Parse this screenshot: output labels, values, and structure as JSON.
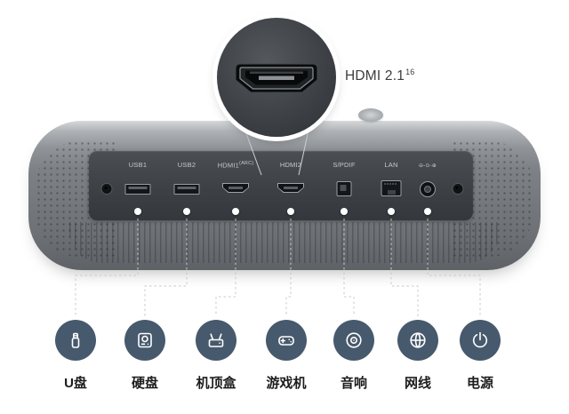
{
  "callout": {
    "title": "HDMI 2.1",
    "footnote": "16"
  },
  "panel": {
    "ports": [
      {
        "type": "audio-jack",
        "label": ""
      },
      {
        "type": "usb",
        "label": "USB1"
      },
      {
        "type": "usb",
        "label": "USB2"
      },
      {
        "type": "hdmi",
        "label": "HDMI1",
        "sublabel": "(ARC)"
      },
      {
        "type": "hdmi",
        "label": "HDMI2"
      },
      {
        "type": "optical",
        "label": "S/PDIF"
      },
      {
        "type": "ethernet",
        "label": "LAN"
      },
      {
        "type": "dc-power",
        "label": "⊖-⊙-⊕"
      },
      {
        "type": "audio-jack",
        "label": ""
      }
    ]
  },
  "legend": [
    {
      "icon": "usb-drive-icon",
      "label": "U盘"
    },
    {
      "icon": "hard-disk-icon",
      "label": "硬盘"
    },
    {
      "icon": "set-top-box-icon",
      "label": "机顶盒"
    },
    {
      "icon": "game-controller-icon",
      "label": "游戏机"
    },
    {
      "icon": "speaker-icon",
      "label": "音响"
    },
    {
      "icon": "network-cable-icon",
      "label": "网线"
    },
    {
      "icon": "power-icon",
      "label": "电源"
    }
  ],
  "colors": {
    "legend_circle": "#47596c",
    "panel": "#3d4145",
    "device_body": "#7c8084",
    "dashed_line": "#c9c9c9",
    "port_label": "#c7cacc"
  }
}
